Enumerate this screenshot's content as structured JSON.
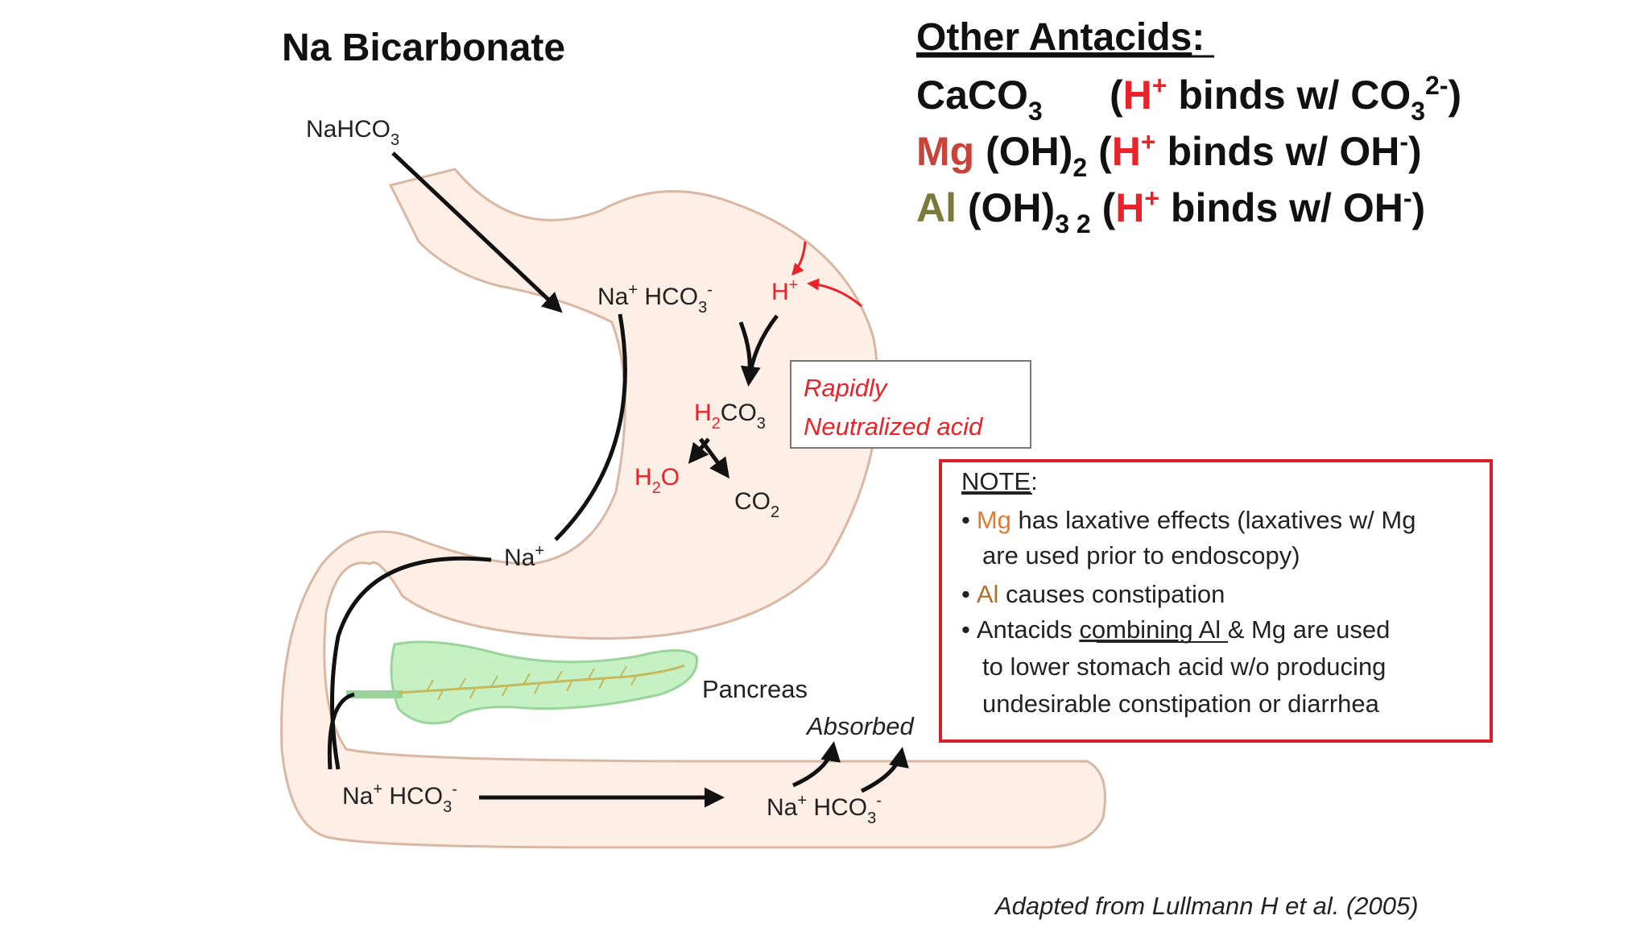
{
  "colors": {
    "red": "#e8232a",
    "mg": "#c8443a",
    "al": "#7b7a3a",
    "note_orange": "#e07b30",
    "note_al": "#b0702c",
    "stomach_fill": "#fdeee6",
    "stomach_stroke": "#d9b7a3",
    "pancreas_fill": "#c6f1c4",
    "pancreas_stroke": "#9bd49a",
    "pancreas_vein": "#c4b95c",
    "note_border": "#d8202a"
  },
  "diagram": {
    "title": "Na Bicarbonate",
    "nahco3": {
      "base": "NaHCO",
      "sub": "3"
    },
    "stomach_ions": {
      "na": "Na",
      "na_sup": "+",
      "hco": "HCO",
      "hco_sub": "3",
      "hco_sup": "-"
    },
    "hplus": {
      "base": "H",
      "sup": "+"
    },
    "h2co3": {
      "h": "H",
      "h_sub": "2",
      "co": "CO",
      "co_sub": "3"
    },
    "h2o": {
      "h": "H",
      "h_sub": "2",
      "o": "O"
    },
    "co2": {
      "co": "CO",
      "co_sub": "2"
    },
    "na_plus": {
      "base": "Na",
      "sup": "+"
    },
    "rapidly_box": {
      "line1": "Rapidly",
      "line2": "Neutralized acid"
    },
    "pancreas_label": "Pancreas",
    "absorbed_label": "Absorbed",
    "duodenum_ions": {
      "na": "Na",
      "na_sup": "+",
      "hco": "HCO",
      "hco_sub": "3",
      "hco_sup": "-"
    },
    "absorbed_ions": {
      "na": "Na",
      "na_sup": "+",
      "hco": "HCO",
      "hco_sub": "3",
      "hco_sup": "-"
    }
  },
  "other_antacids": {
    "heading": "Other Antacids",
    "colon": ":",
    "rows": [
      {
        "name": "CaCO",
        "name_sub": "3",
        "open": "(",
        "h": "H",
        "h_sup": "+",
        "binds": " binds w/ CO",
        "binds_sub": "3",
        "binds_sup": "2-",
        "close": ")"
      },
      {
        "name": "Mg",
        "formula": " (OH)",
        "formula_sub": "2",
        "open": " (",
        "h": "H",
        "h_sup": "+",
        "binds": " binds w/ OH",
        "binds_sup": "-",
        "close": ")"
      },
      {
        "name": "Al",
        "formula": " (OH)",
        "formula_sub": "3 2",
        "open": " (",
        "h": "H",
        "h_sup": "+",
        "binds": " binds w/ OH",
        "binds_sup": "-",
        "close": ")"
      }
    ]
  },
  "note": {
    "title": "NOTE",
    "title_colon": ":",
    "bullet": "•",
    "item1_mg": "Mg",
    "item1_rest": " has laxative effects (laxatives w/ Mg",
    "item1_line2": "are used prior to endoscopy)",
    "item2_al": "Al",
    "item2_rest": " causes constipation",
    "item3_a": "Antacids ",
    "item3_u": "combining",
    "item3_b": " Al & Mg are used",
    "item3_line2": "to lower stomach acid w/o producing",
    "item3_line3": "undesirable constipation or diarrhea"
  },
  "credit": "Adapted from Lullmann H et al. (2005)"
}
